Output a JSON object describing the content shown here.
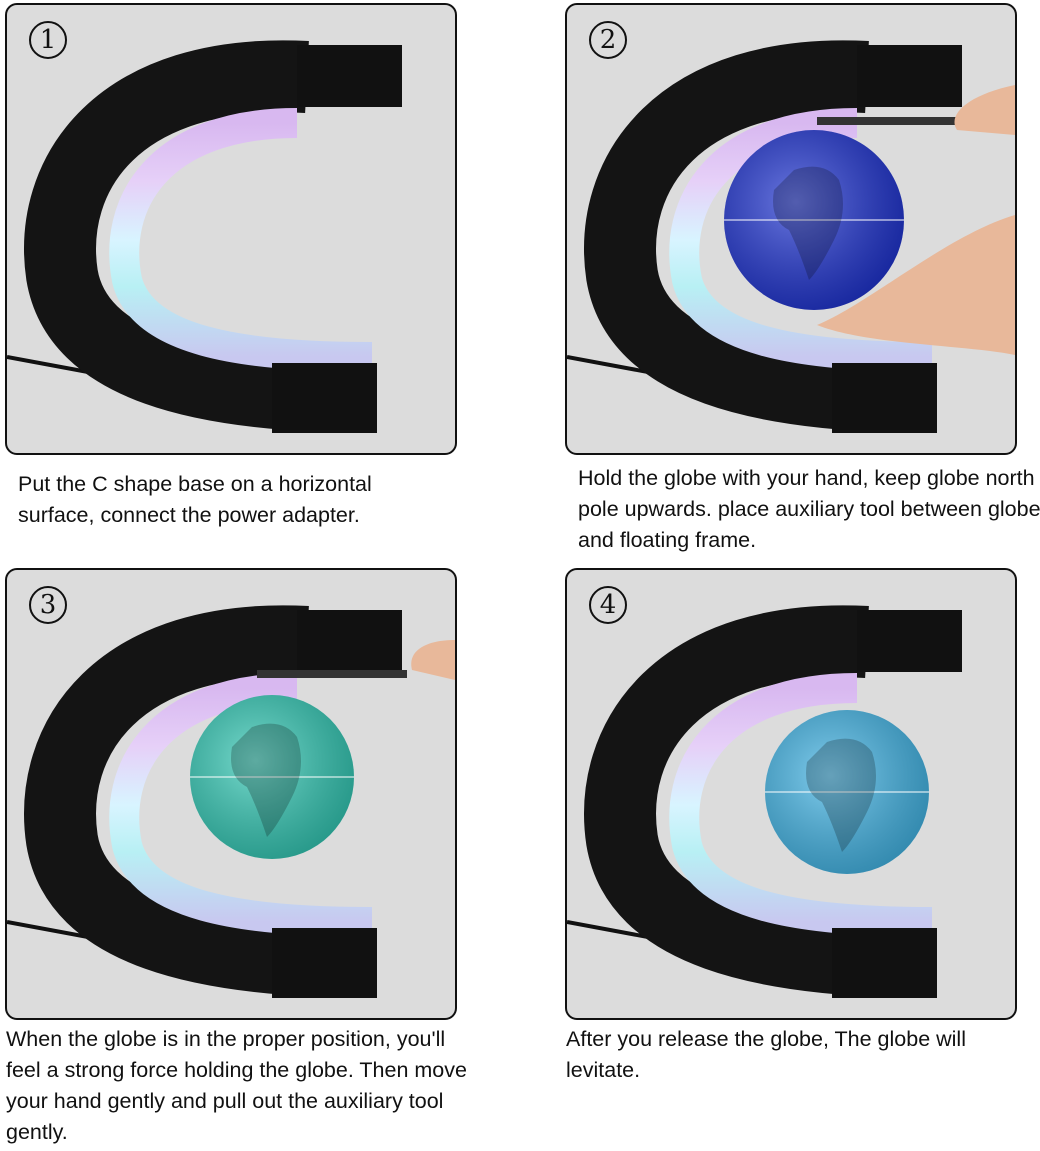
{
  "steps": [
    {
      "number": "1",
      "caption": "Put the C shape base on a horizontal surface, connect the power adapter.",
      "globe_color": ""
    },
    {
      "number": "2",
      "caption": "Hold the globe with your hand, keep globe north pole upwards. place auxiliary tool between globe and floating frame.",
      "globe_color": "#1a2fd0"
    },
    {
      "number": "3",
      "caption": "When the globe is in the proper position, you'll feel a strong force holding the globe. Then move your hand gently and pull out the auxiliary tool gently.",
      "globe_color": "#2fc8b4"
    },
    {
      "number": "4",
      "caption": "After you release the globe, The globe will levitate.",
      "globe_color": "#3fb4e6"
    }
  ]
}
